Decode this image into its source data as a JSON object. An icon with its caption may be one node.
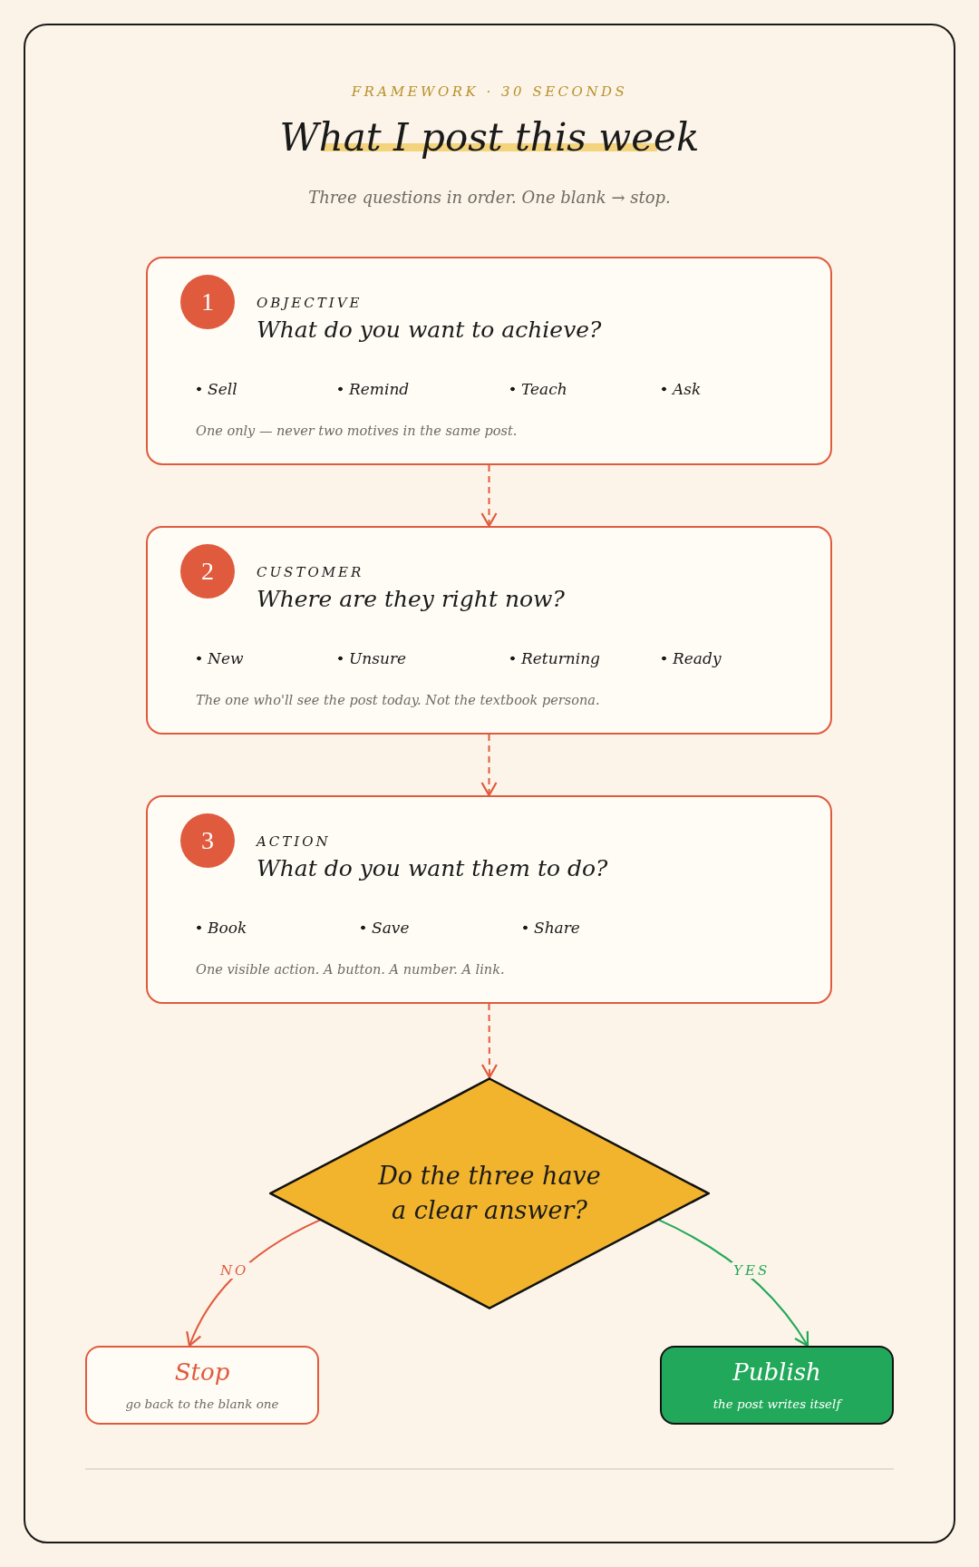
{
  "diagram": {
    "title": "What I post this week",
    "nodes": [
      {
        "text": [
          "1",
          "OBJECTIVE",
          "What do you want to achieve?",
          "Sell",
          "Remind",
          "Teach",
          "Ask",
          "One only — never two motives in the same post."
        ]
      },
      {
        "text": [
          "2",
          "CUSTOMER",
          "Where are they right now?",
          "New",
          "Unsure",
          "Returning",
          "Ready",
          "The one who'll see the post today. Not the textbook persona."
        ]
      },
      {
        "text": [
          "3",
          "ACTION",
          "What do you want them to do?",
          "Book",
          "Save",
          "Share",
          "One visible action. A button. A number. A link."
        ]
      },
      {
        "text": [
          "Do the three have a clear answer?"
        ]
      },
      {
        "text": [
          "Stop",
          "go back to the blank one"
        ]
      },
      {
        "text": [
          "Publish",
          "the post writes itself"
        ]
      }
    ],
    "edges": [
      {
        "from": 0,
        "to": 1,
        "arrow": "to",
        "style": "dashed"
      },
      {
        "from": 1,
        "to": 2,
        "arrow": "to",
        "style": "dashed"
      },
      {
        "from": 2,
        "to": 3,
        "arrow": "to",
        "style": "dashed"
      },
      {
        "from": 3,
        "to": 4,
        "arrow": "to",
        "label": "NO"
      },
      {
        "from": 3,
        "to": 5,
        "arrow": "to",
        "label": "YES",
        "color": "#22a85a"
      }
    ],
    "labels": [
      "FRAMEWORK · 30 SECONDS",
      "Three questions in order. One blank → stop."
    ]
  }
}
